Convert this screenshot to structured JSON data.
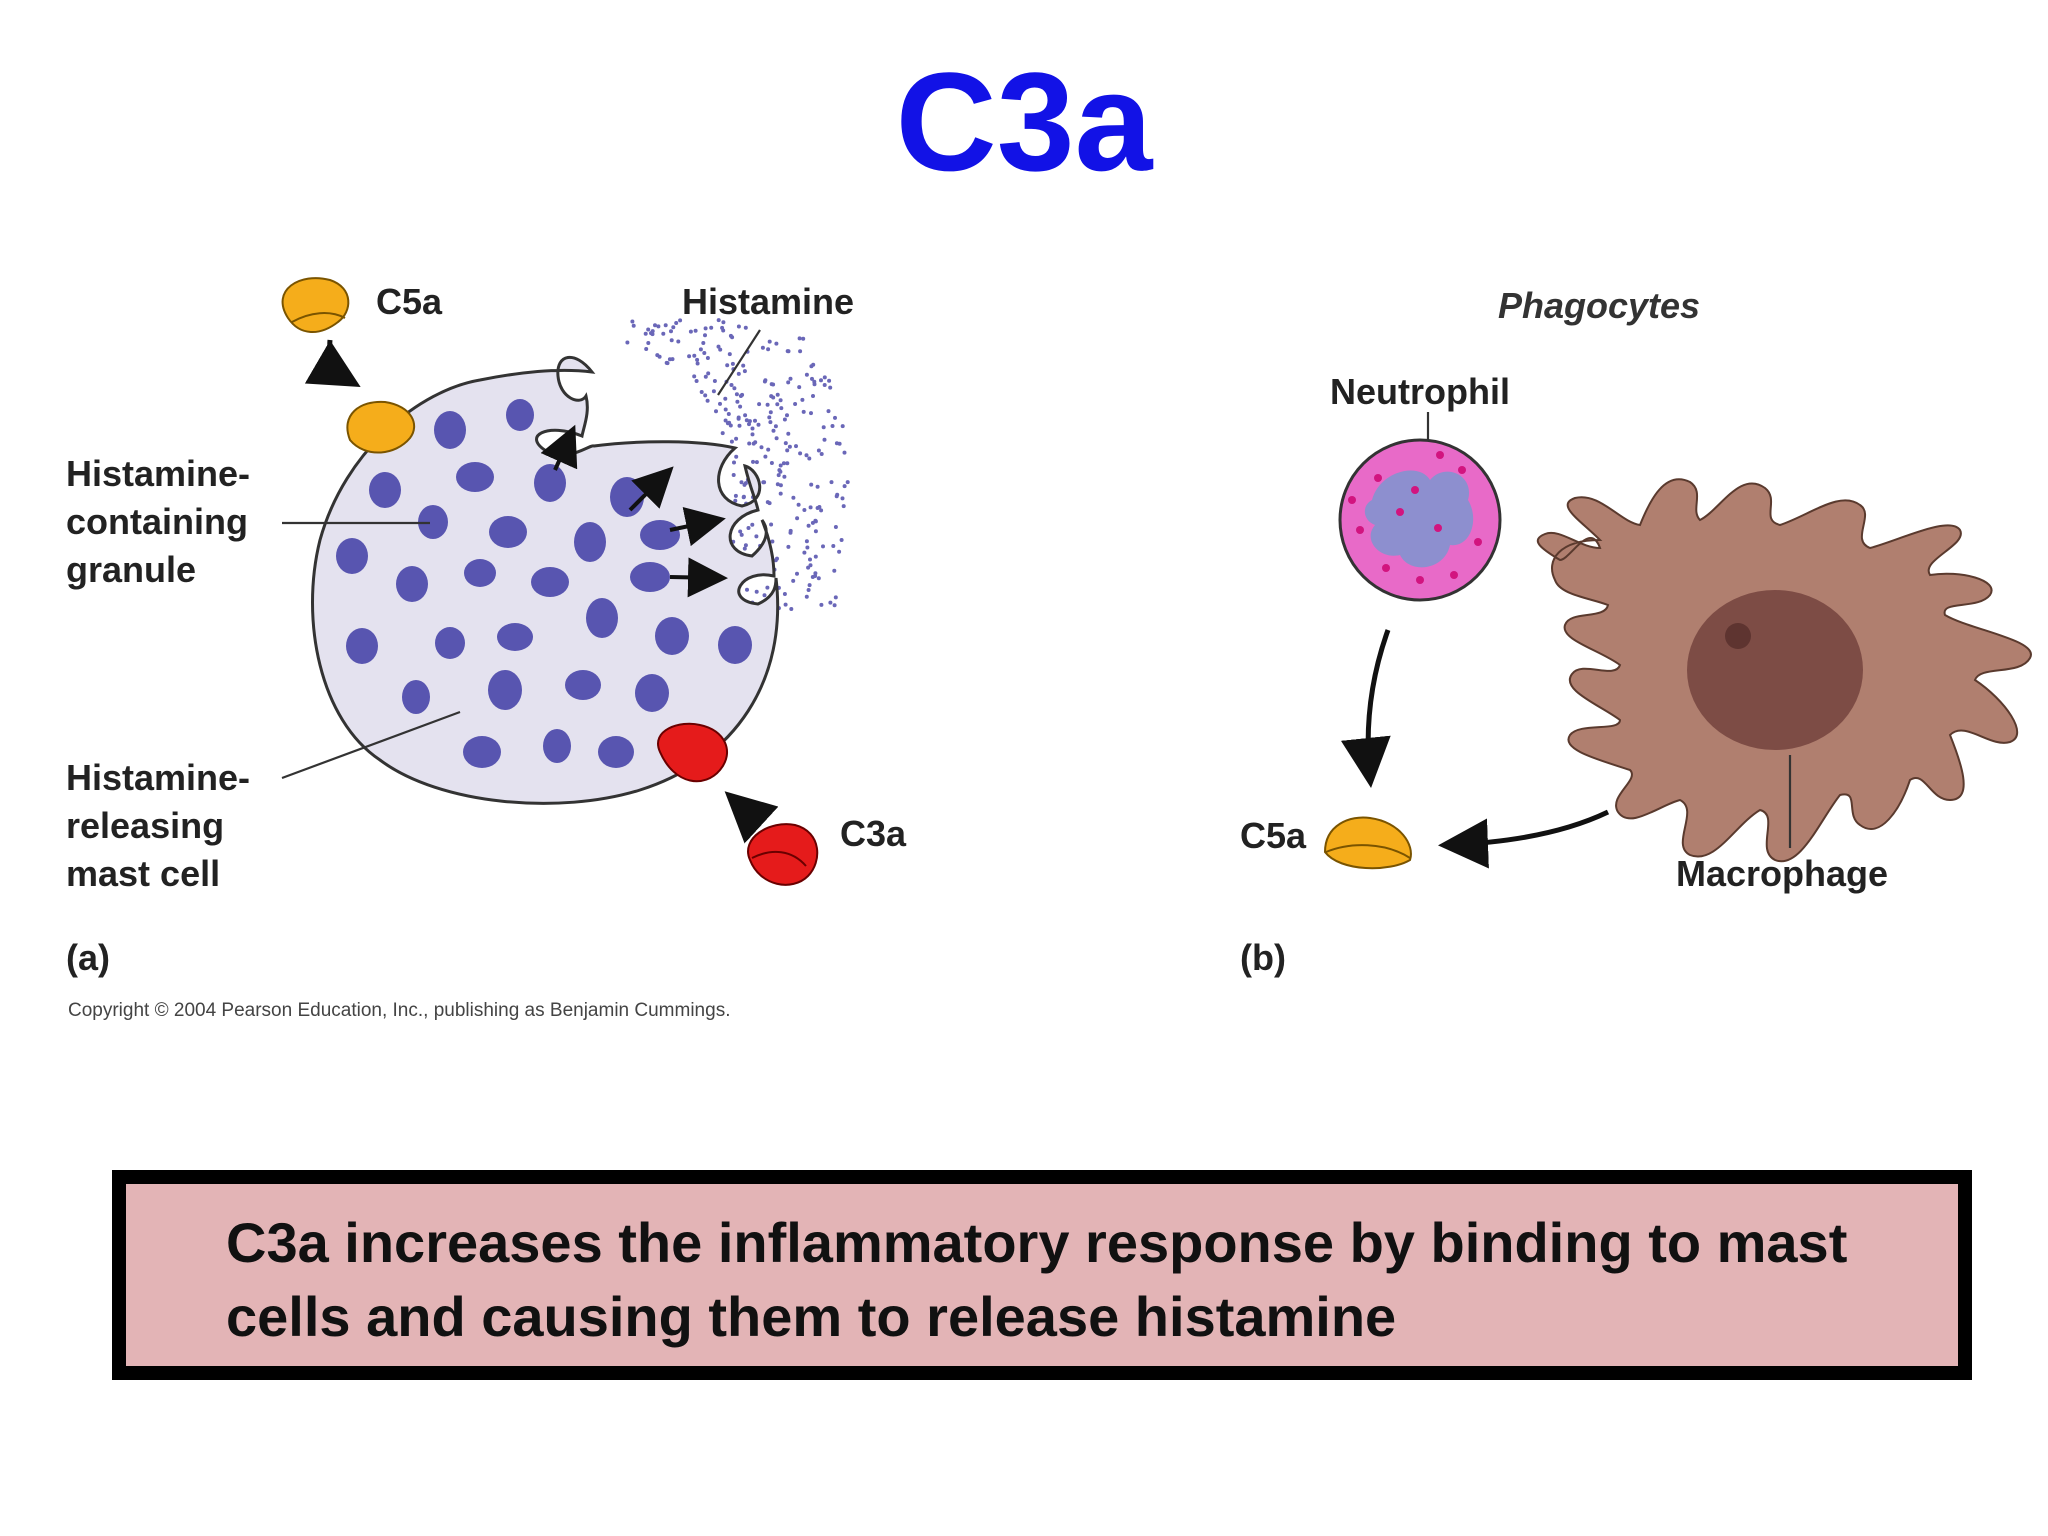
{
  "title": "C3a",
  "panel_a": {
    "label_c5a": "C5a",
    "label_histamine": "Histamine",
    "label_granule": [
      "Histamine-",
      "containing",
      "granule"
    ],
    "label_mast_cell": [
      "Histamine-",
      "releasing",
      "mast cell"
    ],
    "label_c3a": "C3a",
    "panel_letter": "(a)",
    "copyright": "Copyright © 2004 Pearson Education, Inc., publishing as Benjamin Cummings."
  },
  "panel_b": {
    "heading": "Phagocytes",
    "label_neutrophil": "Neutrophil",
    "label_c5a": "C5a",
    "label_macrophage": "Macrophage",
    "panel_letter": "(b)"
  },
  "callout": {
    "text": "C3a increases the inflammatory response by binding to mast cells and causing them to release histamine"
  },
  "colors": {
    "title": "#1212e6",
    "c5a": "#f5ad1b",
    "c3a": "#e51b1b",
    "granule": "#5855b0",
    "mast_cell": "#e4e2ef",
    "neutrophil": "#e86ac8",
    "macrophage": "#b07f6f",
    "callout_bg": "#e3b4b6"
  }
}
